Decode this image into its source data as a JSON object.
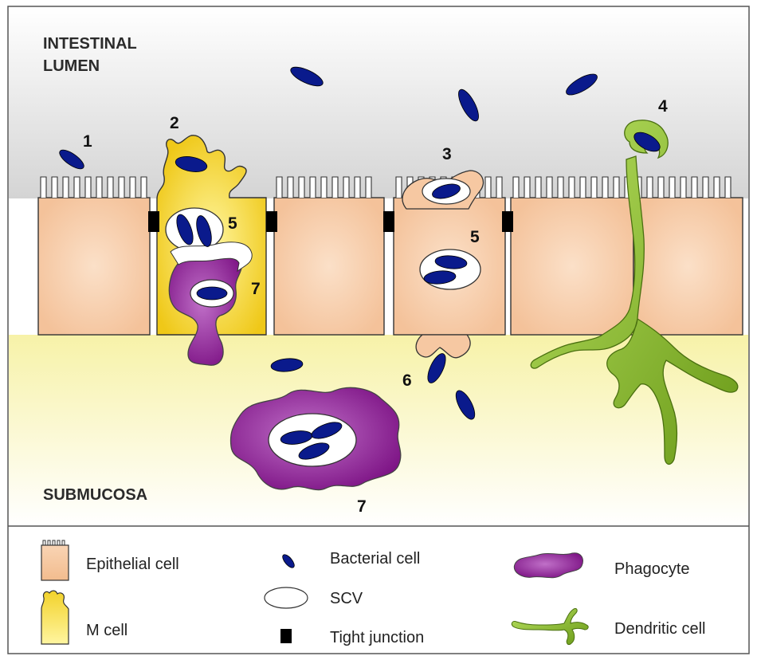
{
  "colors": {
    "bacterium": "#0a1a8c",
    "epithelial": "#f6c8a2",
    "m_cell": "#f2d22a",
    "phagocyte": "#8a1c8a",
    "dendritic": "#8cbf2a",
    "tight_junction": "#000000"
  },
  "regions": {
    "lumen_line1": "INTESTINAL",
    "lumen_line2": "LUMEN",
    "submucosa": "SUBMUCOSA"
  },
  "steps": {
    "s1": "1",
    "s2": "2",
    "s3": "3",
    "s4": "4",
    "s5a": "5",
    "s5b": "5",
    "s6": "6",
    "s7a": "7",
    "s7b": "7"
  },
  "legend": {
    "epithelial_cell": "Epithelial cell",
    "m_cell": "M cell",
    "bacterial_cell": "Bacterial cell",
    "scv": "SCV",
    "tight_junction": "Tight junction",
    "phagocyte": "Phagocyte",
    "dendritic_cell": "Dendritic cell"
  }
}
